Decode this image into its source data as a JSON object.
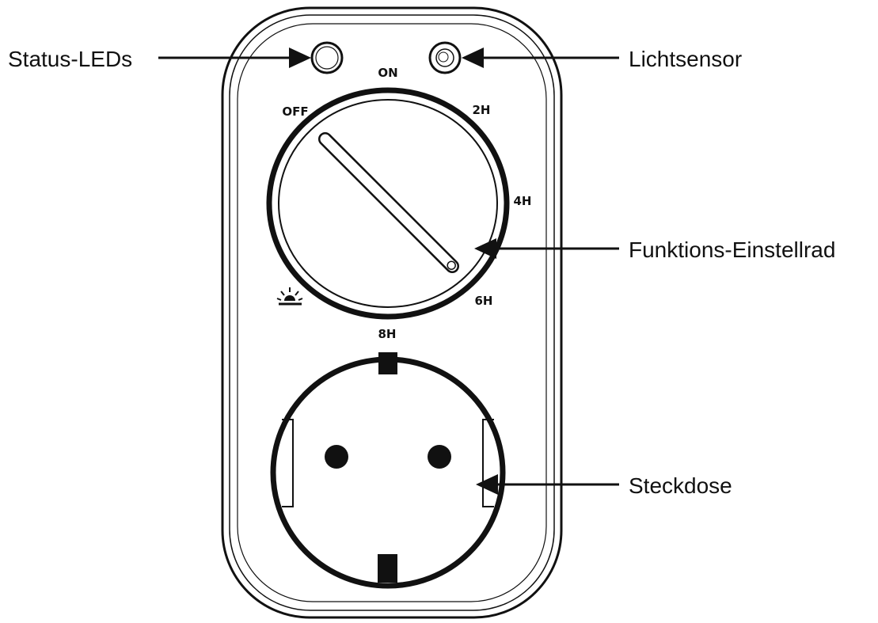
{
  "callouts": {
    "status_leds": "Status-LEDs",
    "light_sensor": "Lichtsensor",
    "function_dial": "Funktions-Einstellrad",
    "socket": "Steckdose"
  },
  "dial_scale": {
    "on": "ON",
    "off": "OFF",
    "two_hours": "2H",
    "four_hours": "4H",
    "six_hours": "6H",
    "eight_hours": "8H"
  },
  "icons": {
    "dusk_mode": "sunset-icon"
  },
  "colors": {
    "line": "#111111",
    "background": "#ffffff"
  }
}
